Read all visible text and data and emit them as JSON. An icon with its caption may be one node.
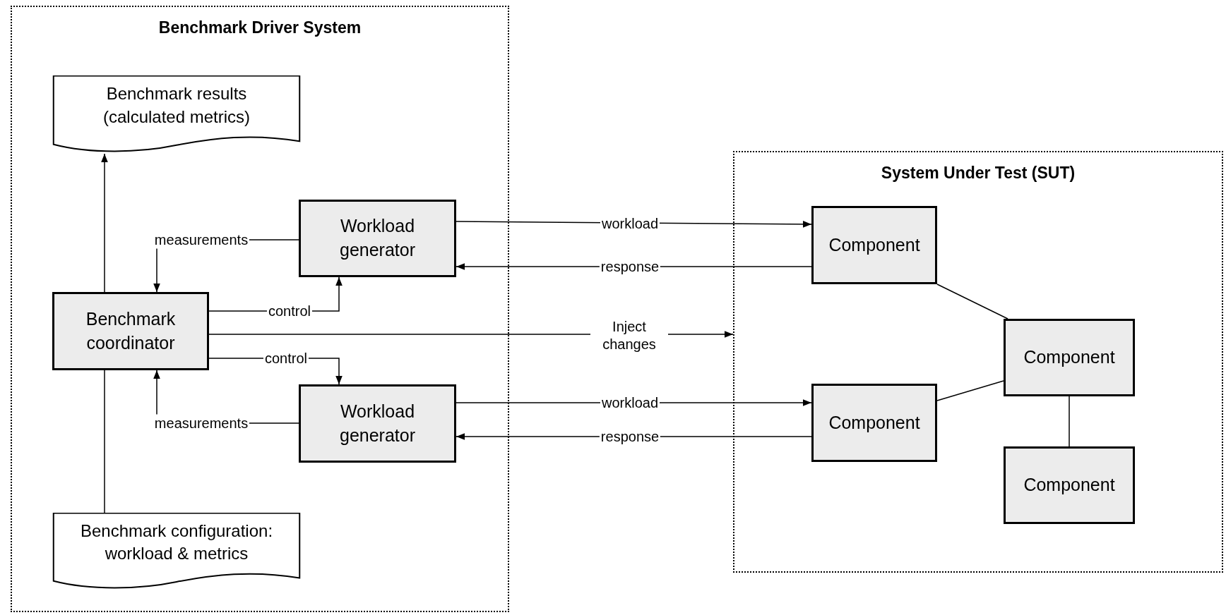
{
  "diagram": {
    "nodes": [
      {
        "text": [
          "Benchmark Driver System"
        ]
      },
      {
        "text": [
          "Benchmark results (calculated metrics)"
        ],
        "in": 0
      },
      {
        "text": [
          "Workload generator"
        ],
        "in": 0
      },
      {
        "text": [
          "Benchmark coordinator"
        ],
        "in": 0
      },
      {
        "text": [
          "Workload generator"
        ],
        "in": 0
      },
      {
        "text": [
          "Benchmark configuration: workload & metrics"
        ],
        "in": 0
      },
      {
        "text": [
          "System Under Test (SUT)"
        ]
      },
      {
        "text": [
          "Component"
        ],
        "in": 6
      },
      {
        "text": [
          "Component"
        ],
        "in": 6
      },
      {
        "text": [
          "Component"
        ],
        "in": 6
      },
      {
        "text": [
          "Component"
        ],
        "in": 6
      }
    ],
    "edges": [
      {
        "from": 3,
        "to": 1,
        "arrow": "to"
      },
      {
        "from": 5,
        "to": 3,
        "arrow": "none"
      },
      {
        "from": 2,
        "to": 3,
        "arrow": "to",
        "label": "measurements"
      },
      {
        "from": 3,
        "to": 2,
        "arrow": "to",
        "label": "control"
      },
      {
        "from": 3,
        "to": 4,
        "arrow": "to",
        "label": "control"
      },
      {
        "from": 4,
        "to": 3,
        "arrow": "to",
        "label": "measurements"
      },
      {
        "from": 3,
        "to": 6,
        "arrow": "to",
        "label": "Inject changes"
      },
      {
        "from": 2,
        "to": 7,
        "arrow": "to",
        "label": "workload"
      },
      {
        "from": 7,
        "to": 2,
        "arrow": "to",
        "label": "response"
      },
      {
        "from": 4,
        "to": 9,
        "arrow": "to",
        "label": "workload"
      },
      {
        "from": 9,
        "to": 4,
        "arrow": "to",
        "label": "response"
      },
      {
        "from": 7,
        "to": 8,
        "arrow": "none"
      },
      {
        "from": 9,
        "to": 8,
        "arrow": "none"
      },
      {
        "from": 8,
        "to": 10,
        "arrow": "none"
      }
    ]
  }
}
